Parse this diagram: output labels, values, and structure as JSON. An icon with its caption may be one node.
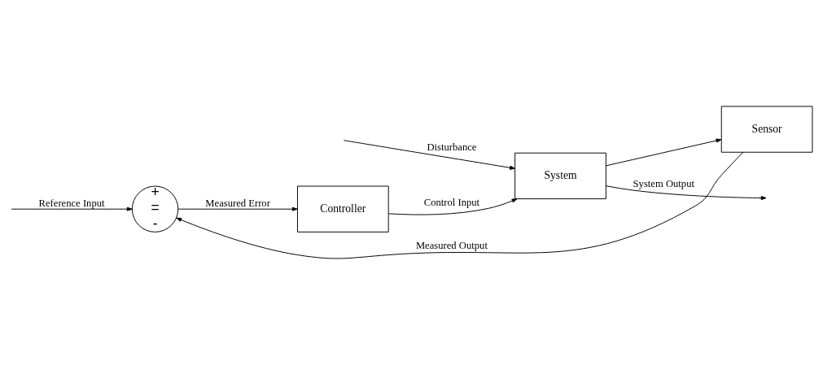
{
  "diagram": {
    "nodes": [
      {
        "text": [
          "+",
          "=",
          "-"
        ]
      },
      {
        "text": [
          "Controller"
        ]
      },
      {
        "text": [
          "System"
        ]
      },
      {
        "text": [
          "Sensor"
        ]
      }
    ],
    "edges": [
      {
        "from": null,
        "to": 0,
        "arrow": "to",
        "label": "Reference Input"
      },
      {
        "from": 0,
        "to": 1,
        "arrow": "to",
        "label": "Measured Error"
      },
      {
        "from": 1,
        "to": 2,
        "arrow": "to",
        "label": "Control Input"
      },
      {
        "from": null,
        "to": 2,
        "arrow": "to",
        "label": "Disturbance"
      },
      {
        "from": 2,
        "to": null,
        "arrow": "to",
        "label": "System Output"
      },
      {
        "from": 2,
        "to": 3,
        "arrow": "to"
      },
      {
        "from": 3,
        "to": 0,
        "arrow": "to",
        "label": "Measured Output"
      }
    ]
  }
}
